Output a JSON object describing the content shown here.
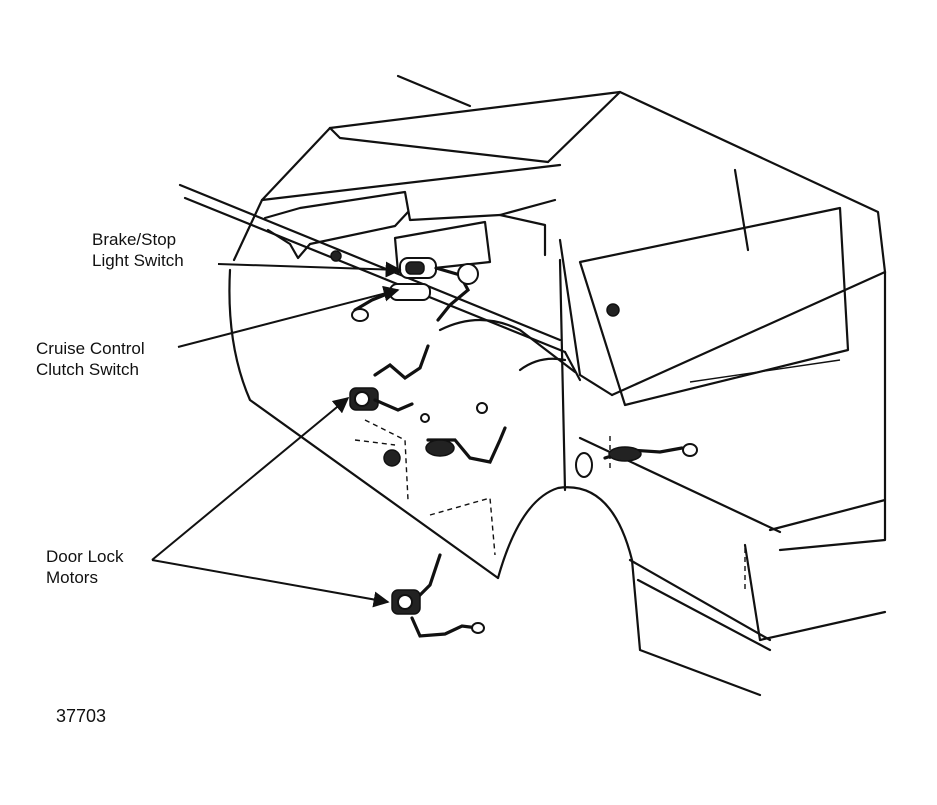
{
  "callouts": {
    "brake_stop_switch": [
      "Brake/Stop",
      "Light Switch"
    ],
    "cruise_clutch_switch": [
      "Cruise Control",
      "Clutch Switch"
    ],
    "door_lock_motors": [
      "Door Lock",
      "Motors"
    ]
  },
  "figure_id": "37703",
  "colors": {
    "ink": "#111111",
    "paper": "#ffffff"
  }
}
